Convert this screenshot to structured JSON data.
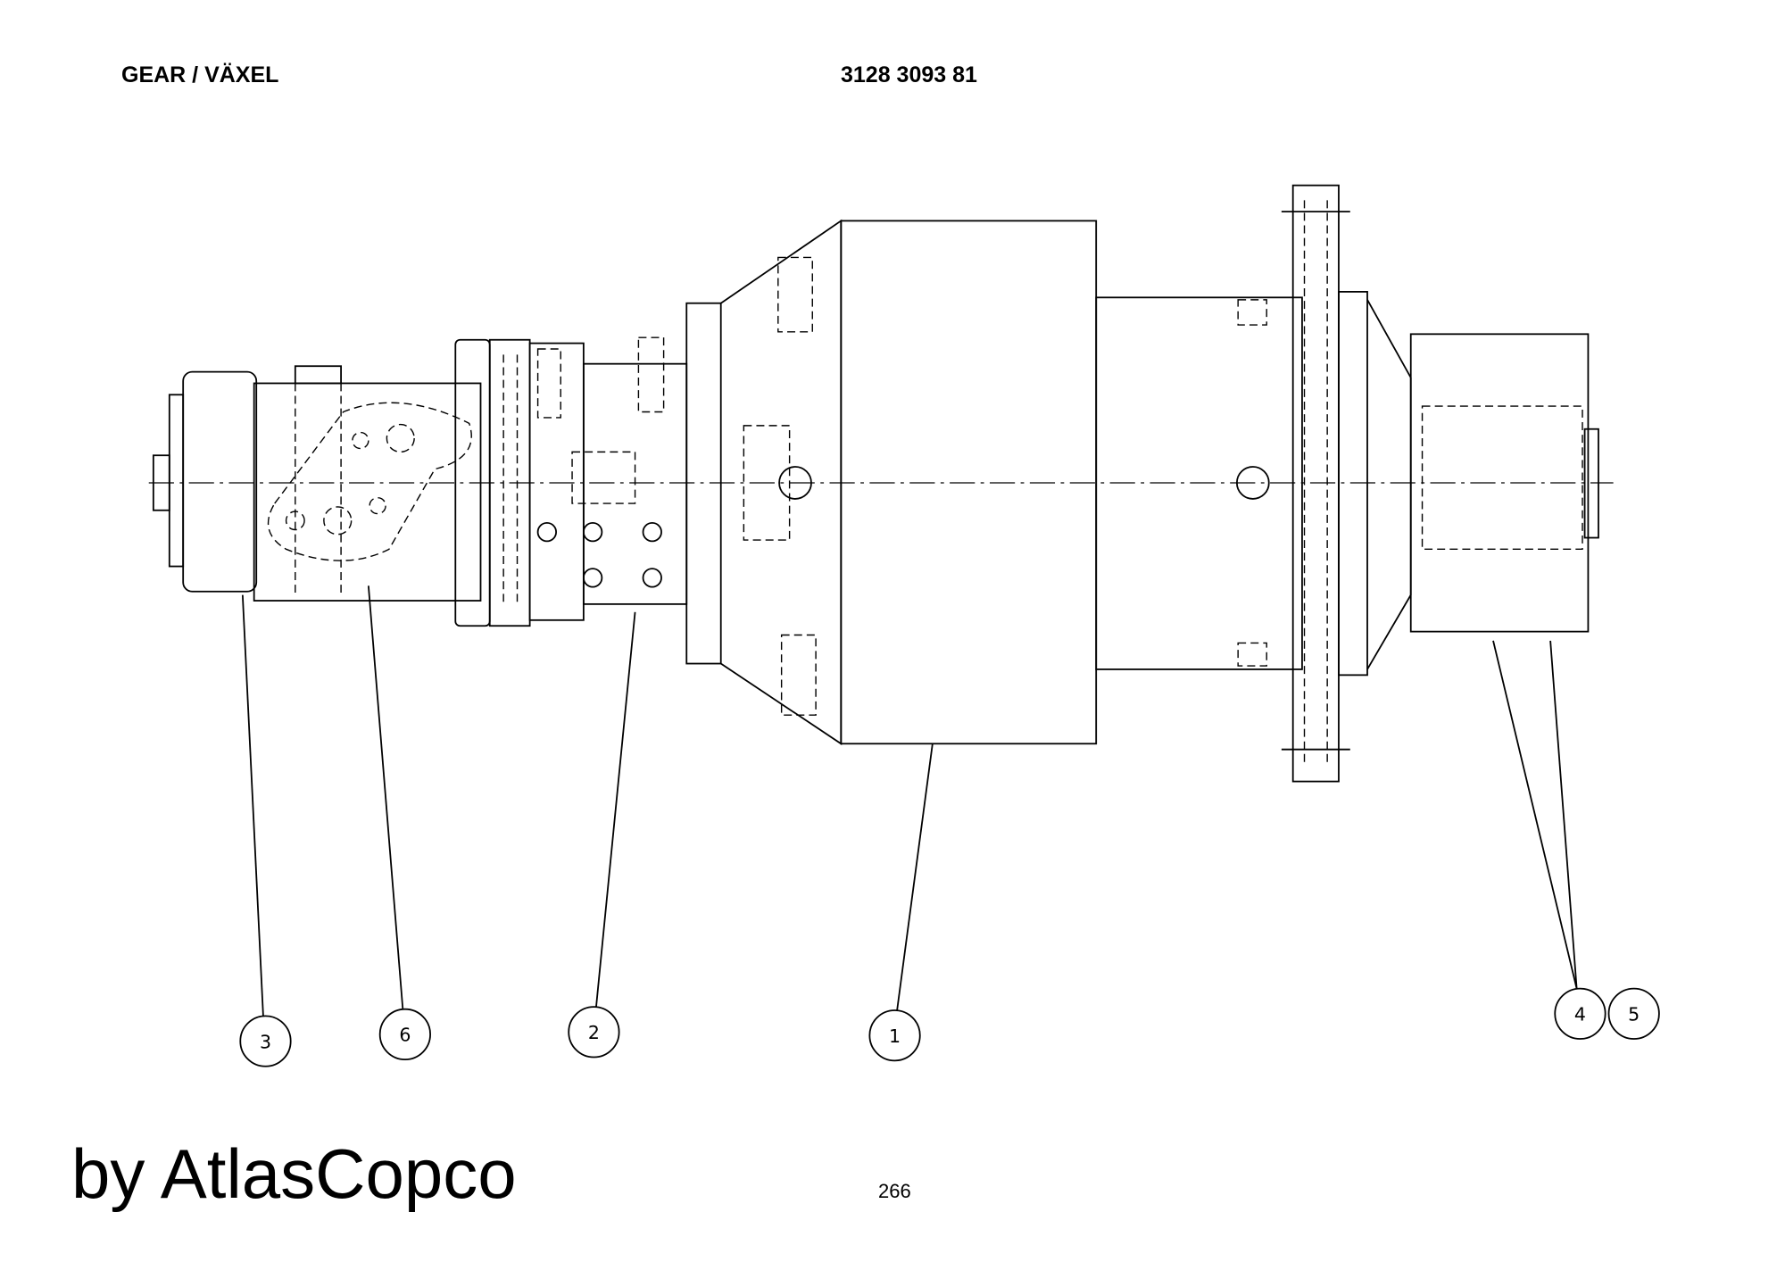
{
  "header": {
    "title": "GEAR / VÄXEL",
    "part_number": "3128 3093 81"
  },
  "drawing": {
    "callouts": [
      {
        "label": "3"
      },
      {
        "label": "6"
      },
      {
        "label": "2"
      },
      {
        "label": "1"
      },
      {
        "label": "4"
      },
      {
        "label": "5"
      }
    ]
  },
  "footer": {
    "brand": "by AtlasCopco",
    "page_number": "266"
  }
}
